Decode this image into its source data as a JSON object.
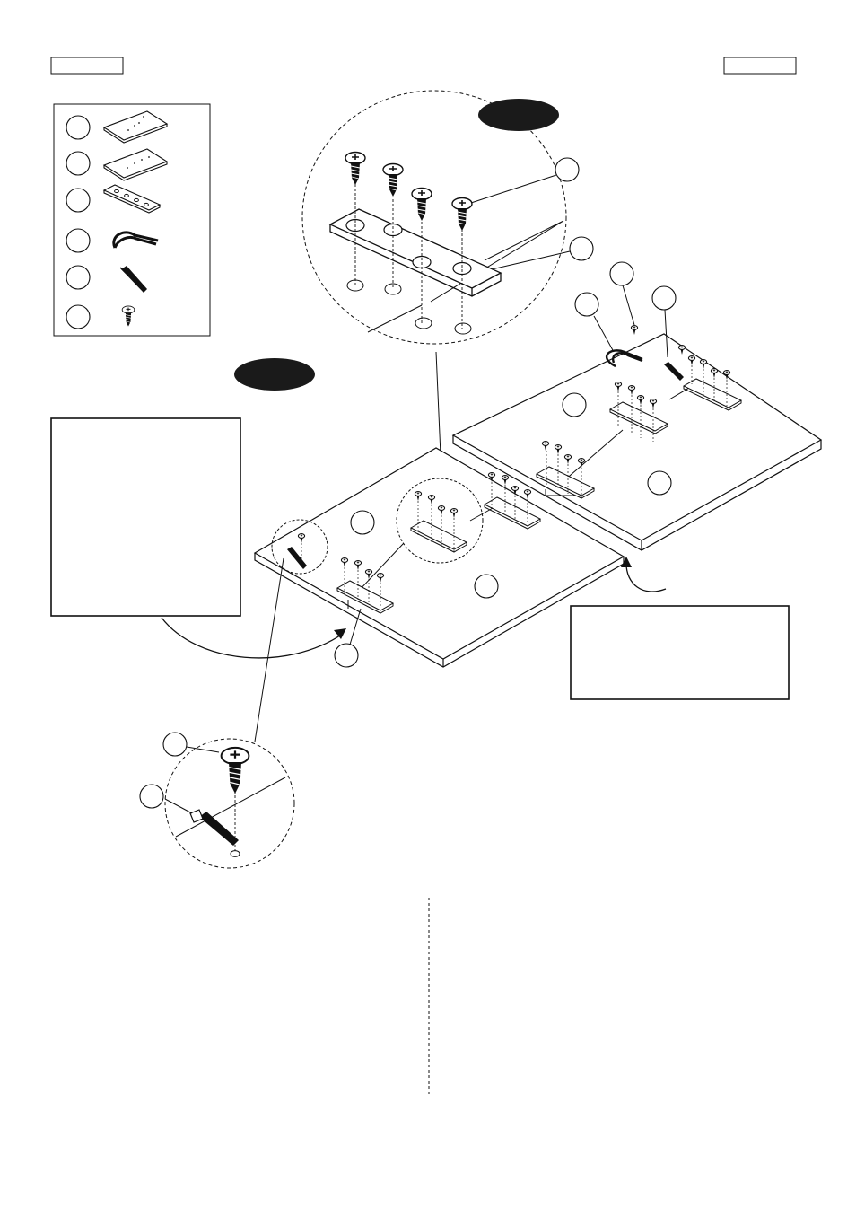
{
  "page": {
    "header_left_label": "",
    "header_right_label": "",
    "badge_top": "",
    "badge_left": "",
    "note_left": "",
    "note_right": ""
  },
  "parts_list": [
    {
      "number": "",
      "part": "panel-a"
    },
    {
      "number": "",
      "part": "panel-b"
    },
    {
      "number": "",
      "part": "connector-plate"
    },
    {
      "number": "",
      "part": "cable-tie"
    },
    {
      "number": "",
      "part": "wall-anchor"
    },
    {
      "number": "",
      "part": "screw"
    }
  ],
  "callouts": {
    "detail_screw": "",
    "detail_plate": "",
    "right_anchor": "",
    "right_cable": "",
    "right_screw": "",
    "right_panel_top": "",
    "right_panel_bottom": "",
    "left_panel_top": "",
    "left_panel_bottom": "",
    "left_plate": "",
    "bottom_screw": "",
    "bottom_anchor": ""
  },
  "colors": {
    "ink": "#111111",
    "badge": "#1a1a1a",
    "paper": "#ffffff"
  }
}
